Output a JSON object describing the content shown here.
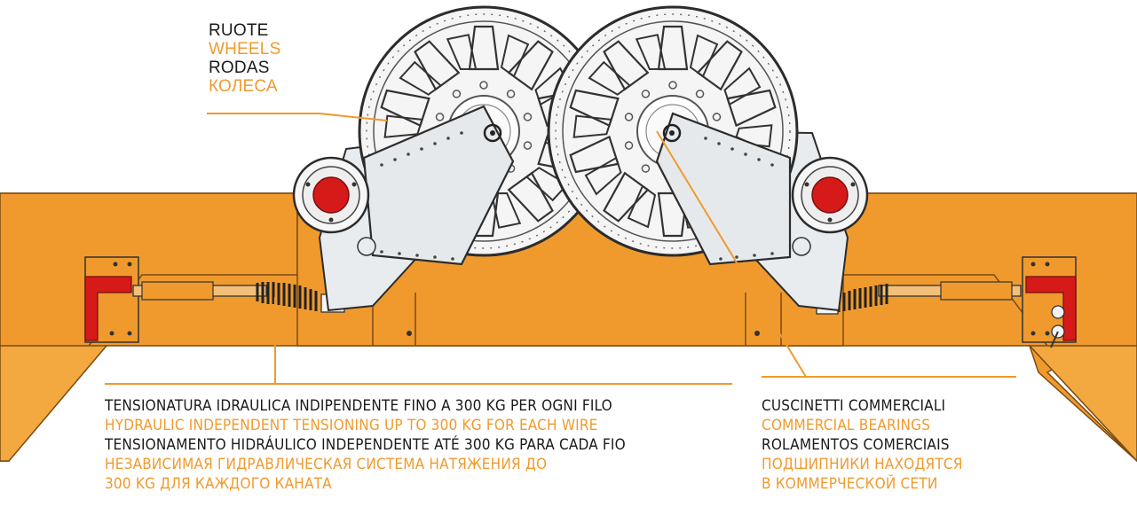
{
  "colors": {
    "frame": "#f09a2e",
    "frame_dark": "#d9861f",
    "plate": "#e9ecef",
    "wheel": "#f4f4f4",
    "outline": "#333333",
    "accent_red": "#d61a1a",
    "label_orange": "#f09a2e",
    "label_dark": "#1a1a1a"
  },
  "wheels_label": {
    "it": "RUOTE",
    "en": "WHEELS",
    "pt": "RODAS",
    "ru": "КОЛЕСА"
  },
  "tensioning_label": {
    "it": "TENSIONATURA IDRAULICA INDIPENDENTE FINO A 300 KG PER OGNI FILO",
    "en": "HYDRAULIC INDEPENDENT TENSIONING UP TO 300 KG FOR EACH WIRE",
    "pt": "TENSIONAMENTO HIDRÁULICO INDEPENDENTE ATÉ 300 KG PARA CADA FIO",
    "ru_line1": "НЕЗАВИСИМАЯ ГИДРАВЛИЧЕСКАЯ СИСТЕМА НАТЯЖЕНИЯ ДО",
    "ru_line2": "300 KG ДЛЯ КАЖДОГО КАНАТА"
  },
  "bearings_label": {
    "it": "CUSCINETTI COMMERCIALI",
    "en": "COMMERCIAL BEARINGS",
    "pt": "ROLAMENTOS COMERCIAIS",
    "ru_line1": "ПОДШИПНИКИ НАХОДЯТСЯ",
    "ru_line2": "В КОММЕРЧЕСКОЙ СЕТИ"
  }
}
